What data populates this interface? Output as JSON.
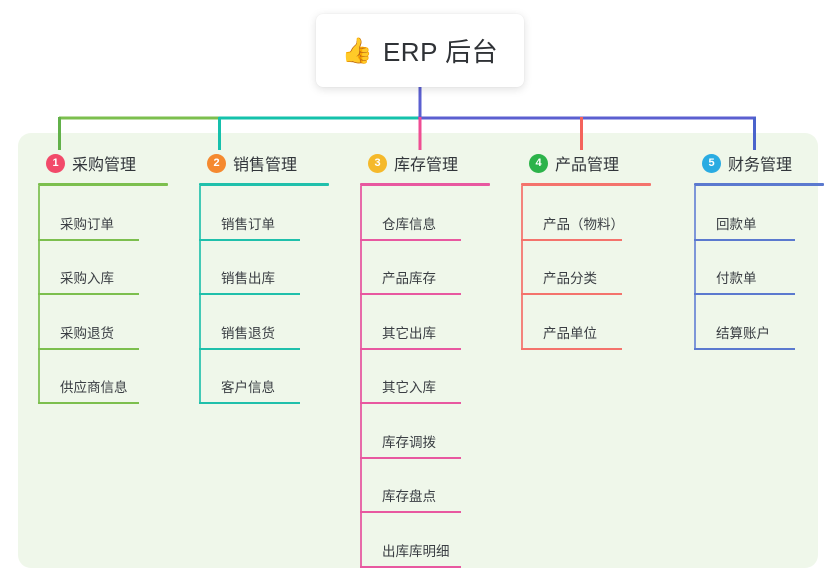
{
  "root": {
    "icon": "thumbs-up-icon",
    "emoji": "👍",
    "title": "ERP 后台"
  },
  "theme": {
    "panel_bg": "#eff7ea",
    "page_bg": "#ffffff",
    "card_bg": "#ffffff",
    "title_color": "#2f3236",
    "stem_color": "#5b5fd0"
  },
  "columns": [
    {
      "number": "1",
      "title": "采购管理",
      "badge_color": "#f24a6a",
      "line_color": "#7cbf4e",
      "spine_color": "#8cc765",
      "drop_color": "#62b14a",
      "bar_color": "#7cbf4e",
      "items": [
        "采购订单",
        "采购入库",
        "采购退货",
        "供应商信息"
      ]
    },
    {
      "number": "2",
      "title": "销售管理",
      "badge_color": "#f5892f",
      "line_color": "#1fc0ab",
      "spine_color": "#43c9b6",
      "drop_color": "#16c0ac",
      "bar_color": "#14c2ab",
      "items": [
        "销售订单",
        "销售出库",
        "销售退货",
        "客户信息"
      ]
    },
    {
      "number": "3",
      "title": "库存管理",
      "badge_color": "#f5b92a",
      "line_color": "#e858a0",
      "spine_color": "#e76aa9",
      "drop_color": "#ef4d93",
      "bar_color": "#5b5fd0",
      "items": [
        "仓库信息",
        "产品库存",
        "其它出库",
        "其它入库",
        "库存调拨",
        "库存盘点",
        "出库库明细"
      ]
    },
    {
      "number": "4",
      "title": "产品管理",
      "badge_color": "#2cb34a",
      "line_color": "#f4736c",
      "spine_color": "#f4837c",
      "drop_color": "#f4635c",
      "bar_color": "#5b5fd0",
      "items": [
        "产品（物料）",
        "产品分类",
        "产品单位"
      ]
    },
    {
      "number": "5",
      "title": "财务管理",
      "badge_color": "#29abe2",
      "line_color": "#5b79cf",
      "spine_color": "#7d96d8",
      "drop_color": "#4a63cc",
      "bar_color": "#5b5fd0",
      "items": [
        "回款单",
        "付款单",
        "结算账户"
      ]
    }
  ]
}
